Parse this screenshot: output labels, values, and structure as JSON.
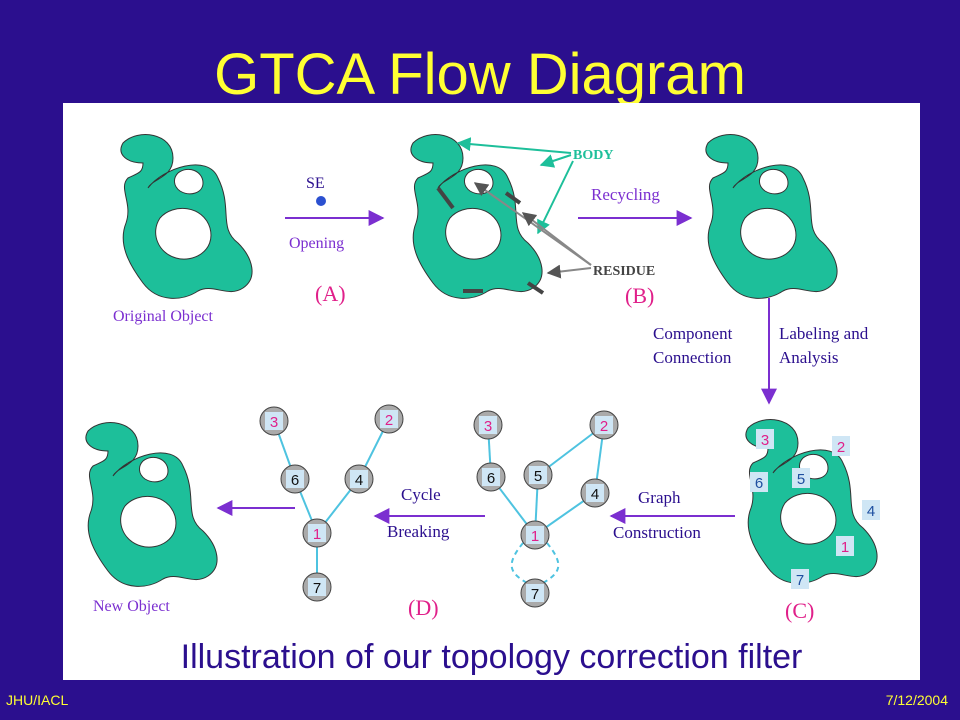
{
  "title": "GTCA Flow Diagram",
  "caption": "Illustration of our topology correction filter",
  "footer": {
    "left": "JHU/IACL",
    "right": "7/12/2004"
  },
  "colors": {
    "background": "#2b0f8e",
    "title": "#ffff33",
    "shape": "#1dbf9a",
    "arrow": "#7b2fd0",
    "graph": "#4ec3e0",
    "node_label": "#e0208a",
    "node_label_alt": "#1e4fa0"
  },
  "labels": {
    "original_object": "Original Object",
    "se": "SE",
    "opening": "Opening",
    "step_a": "(A)",
    "body": "BODY",
    "residue": "RESIDUE",
    "recycling": "Recycling",
    "step_b": "(B)",
    "component": "Component",
    "connection": "Connection",
    "labeling_and": "Labeling and",
    "analysis": "Analysis",
    "graph": "Graph",
    "construction": "Construction",
    "step_c": "(C)",
    "cycle": "Cycle",
    "breaking": "Breaking",
    "step_d": "(D)",
    "new_object": "New Object"
  },
  "graph_full": [
    {
      "id": "3"
    },
    {
      "id": "2"
    },
    {
      "id": "6"
    },
    {
      "id": "5"
    },
    {
      "id": "4"
    },
    {
      "id": "1"
    },
    {
      "id": "7"
    }
  ],
  "graph_tree": [
    {
      "id": "3"
    },
    {
      "id": "2"
    },
    {
      "id": "6"
    },
    {
      "id": "4"
    },
    {
      "id": "1"
    },
    {
      "id": "7"
    }
  ],
  "component_labels": [
    {
      "id": "3"
    },
    {
      "id": "2"
    },
    {
      "id": "6"
    },
    {
      "id": "5"
    },
    {
      "id": "4"
    },
    {
      "id": "1"
    },
    {
      "id": "7"
    }
  ]
}
